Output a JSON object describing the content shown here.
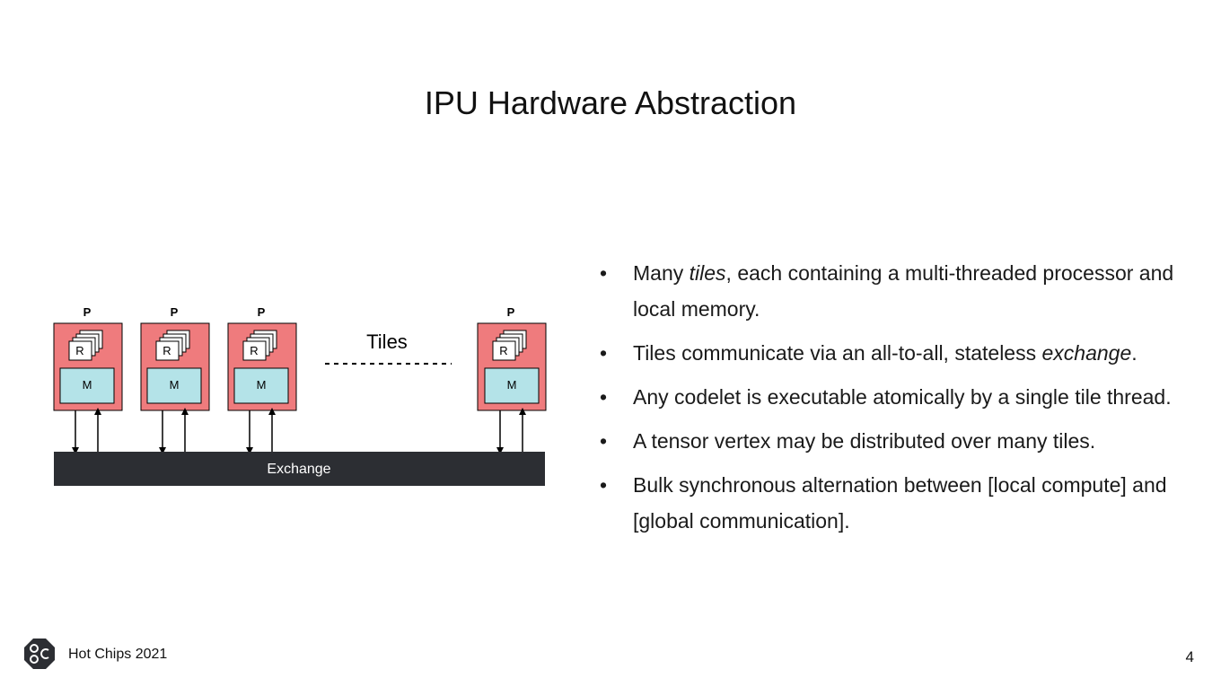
{
  "slide": {
    "title": "IPU Hardware Abstraction",
    "footer": "Hot Chips 2021",
    "page_number": "4"
  },
  "diagram": {
    "tile_labels": [
      "P",
      "P",
      "P",
      "P"
    ],
    "register_label": "R",
    "memory_label": "M",
    "tiles_label": "Tiles",
    "exchange_label": "Exchange",
    "colors": {
      "tile": "#ef7b7d",
      "memory": "#b4e3e8",
      "exchange": "#2c2e33",
      "register": "#ffffff"
    }
  },
  "bullets": {
    "b1_pre": "Many ",
    "b1_em": "tiles",
    "b1_post": ", each containing a multi-threaded processor and local memory.",
    "b2_pre": "Tiles communicate via an all-to-all, stateless ",
    "b2_em": "exchange",
    "b2_post": ".",
    "b3": "Any codelet is executable atomically by a single tile thread.",
    "b4": "A tensor vertex may be distributed over many tiles.",
    "b5": "Bulk synchronous alternation between [local compute] and [global communication]."
  }
}
